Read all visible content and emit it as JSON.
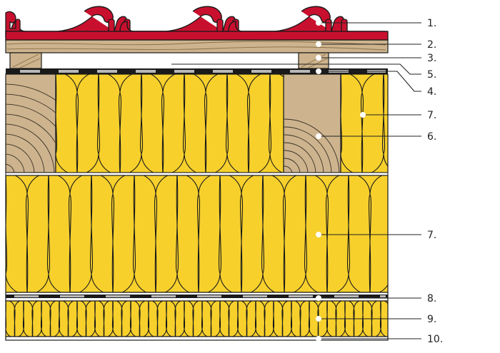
{
  "colors": {
    "tile_red": "#c8102e",
    "tile_outline": "#1a1a1a",
    "wood": "#cdb48e",
    "wood_dark": "#b89c72",
    "insulation": "#f7d02c",
    "membrane_dark": "#1a1a1a",
    "membrane_light": "#b8b8b8",
    "leader": "#222222",
    "background": "#ffffff"
  },
  "callouts": [
    {
      "label": "1."
    },
    {
      "label": "2."
    },
    {
      "label": "3."
    },
    {
      "label": "5."
    },
    {
      "label": "4."
    },
    {
      "label": "7."
    },
    {
      "label": "6."
    },
    {
      "label": "7."
    },
    {
      "label": "8."
    },
    {
      "label": "9."
    },
    {
      "label": "10."
    }
  ]
}
